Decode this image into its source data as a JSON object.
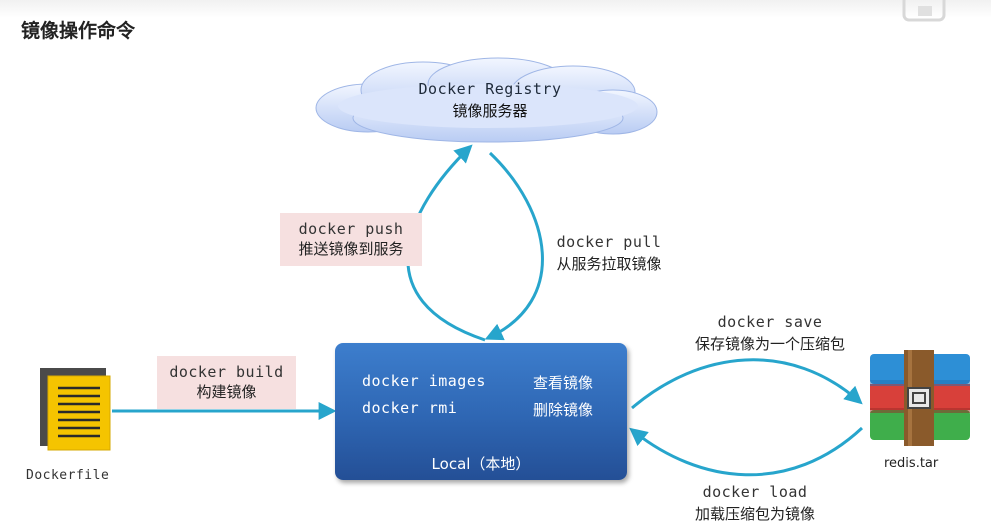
{
  "title": "镜像操作命令",
  "registry": {
    "name": "Docker Registry",
    "desc": "镜像服务器"
  },
  "push": {
    "cmd": "docker push",
    "desc": "推送镜像到服务"
  },
  "pull": {
    "cmd": "docker pull",
    "desc": "从服务拉取镜像"
  },
  "build": {
    "cmd": "docker build",
    "desc": "构建镜像"
  },
  "save": {
    "cmd": "docker save",
    "desc": "保存镜像为一个压缩包"
  },
  "load": {
    "cmd": "docker load",
    "desc": "加载压缩包为镜像"
  },
  "local": {
    "rows": [
      {
        "cmd": "docker images",
        "desc": "查看镜像"
      },
      {
        "cmd": "docker rmi",
        "desc": "删除镜像"
      }
    ],
    "caption": "Local（本地）"
  },
  "dockerfile_label": "Dockerfile",
  "archive_label": "redis.tar",
  "colors": {
    "arrow": "#27a5cc",
    "local_box": "#2e66b3",
    "label_bg": "#f6e0e0",
    "cloud": "#cfdcf7"
  },
  "icons": {
    "document": "document-icon",
    "archive": "winrar-archive-icon",
    "corner": "screen-share-icon"
  }
}
